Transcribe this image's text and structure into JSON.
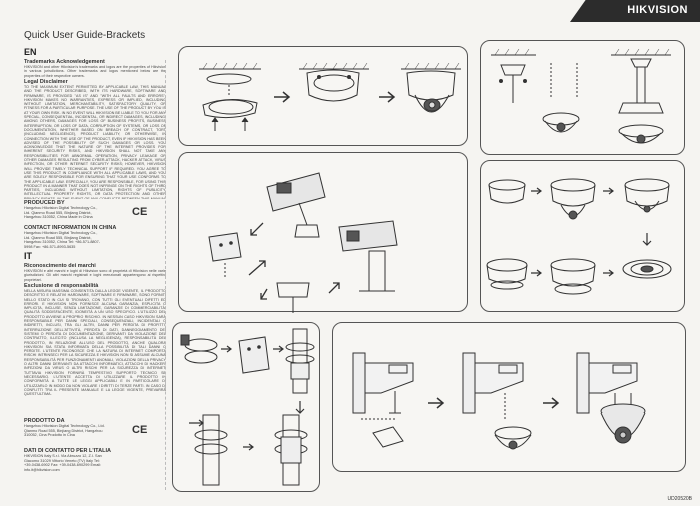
{
  "brand": {
    "name": "HIKVISION"
  },
  "doc": {
    "title": "Quick User Guide-Brackets",
    "code": "UD20520B"
  },
  "en": {
    "lang": "EN",
    "trademarks_heading": "Trademarks Acknowledgement",
    "trademarks_text": "HIKVISION and other Hikvision's trademarks and logos are the properties of Hikvision in various jurisdictions. Other trademarks and logos mentioned below are the properties of their respective owners.",
    "disclaimer_heading": "Legal Disclaimer",
    "disclaimer_text": "TO THE MAXIMUM EXTENT PERMITTED BY APPLICABLE LAW, THIS MANUAL AND THE PRODUCT DESCRIBED, WITH ITS HARDWARE, SOFTWARE AND FIRMWARE, IS PROVIDED \"AS IS\" AND \"WITH ALL FAULTS AND ERRORS\". HIKVISION MAKES NO WARRANTIES, EXPRESS OR IMPLIED, INCLUDING WITHOUT LIMITATION, MERCHANTABILITY, SATISFACTORY QUALITY, OR FITNESS FOR A PARTICULAR PURPOSE. THE USE OF THE PRODUCT BY YOU IS AT YOUR OWN RISK. IN NO EVENT WILL HIKVISION BE LIABLE TO YOU FOR ANY SPECIAL, CONSEQUENTIAL, INCIDENTAL, OR INDIRECT DAMAGES, INCLUDING, AMONG OTHERS, DAMAGES FOR LOSS OF BUSINESS PROFITS, BUSINESS INTERRUPTION, OR LOSS OF DATA, CORRUPTION OF SYSTEMS, OR LOSS OF DOCUMENTATION, WHETHER BASED ON BREACH OF CONTRACT, TORT (INCLUDING NEGLIGENCE), PRODUCT LIABILITY, OR OTHERWISE, IN CONNECTION WITH THE USE OF THE PRODUCT, EVEN IF HIKVISION HAS BEEN ADVISED OF THE POSSIBILITY OF SUCH DAMAGES OR LOSS. YOU ACKNOWLEDGE THAT THE NATURE OF THE INTERNET PROVIDES FOR INHERENT SECURITY RISKS, AND HIKVISION SHALL NOT TAKE ANY RESPONSIBILITIES FOR ABNORMAL OPERATION, PRIVACY LEAKAGE OR OTHER DAMAGES RESULTING FROM CYBER-ATTACK, HACKER ATTACK, VIRUS INFECTION, OR OTHER INTERNET SECURITY RISKS; HOWEVER, HIKVISION WILL PROVIDE TIMELY TECHNICAL SUPPORT IF REQUIRED. YOU AGREE TO USE THIS PRODUCT IN COMPLIANCE WITH ALL APPLICABLE LAWS, AND YOU ARE SOLELY RESPONSIBLE FOR ENSURING THAT YOUR USE CONFORMS TO THE APPLICABLE LAW. ESPECIALLY, YOU ARE RESPONSIBLE, FOR USING THIS PRODUCT IN A MANNER THAT DOES NOT INFRINGE ON THE RIGHTS OF THIRD PARTIES, INCLUDING WITHOUT LIMITATION, RIGHTS OF PUBLICITY, INTELLECTUAL PROPERTY RIGHTS, OR DATA PROTECTION AND OTHER PRIVACY RIGHTS. IN THE EVENT OF ANY CONFLICTS BETWEEN THIS MANUAL AND THE APPLICABLE LAW, THE LATER PREVAILS.",
    "produced_by_heading": "PRODUCED BY",
    "produced_by_text": "Hangzhou Hikvision Digital Technology Co., Ltd. Qianmo Road 555, Binjiang District, Hangzhou 310052, China Made in China",
    "contact_heading": "CONTACT INFORMATION IN CHINA",
    "contact_text": "Hangzhou Hikvision Digital Technology Co., Ltd. Qianmo Road 555, Binjiang District, Hangzhou 310052, China Tel: +86-571-8807-5998 Fax: +86-571-8993-5635",
    "ce": "CE"
  },
  "it": {
    "lang": "IT",
    "trademarks_heading": "Riconoscimento dei marchi",
    "trademarks_text": "HIKVISION e altri marchi e loghi di Hikvision sono di proprietà di Hikvision nelle varie giurisdizioni. Gli altri marchi registrati e loghi menzionati appartengono ai rispettivi proprietari.",
    "disclaimer_heading": "Esclusione di responsabilità",
    "disclaimer_text": "NELLA MISURA MASSIMA CONSENTITA DALLA LEGGE VIGENTE, IL PRODOTTO DESCRITTO E RELATIVI HARDWARE, SOFTWARE E FIRMWARE, SONO FORNITI NELLO STATO IN CUI SI TROVANO, CON TUTTI GLI EVENTUALI DIFETTI ED ERRORI. E HIKVISION NON FORNISCE ALCUNA GARANZIA, ESPLICITA O IMPLICITA, INCLUSE, SENZA LIMITAZIONE, GARANZIE DI COMMERCIABILITÀ, QUALITÀ SODDISFACENTE, IDONEITÀ A UN USO SPECIFICO. L'UTILIZZO DEL PRODOTTO AVVIENE A PROPRIO RISCHIO. IN NESSUN CASO HIKVISION SARÀ RESPONSABILE PER DANNI SPECIALI, CONSEQUENZIALI, INCIDENTALI O INDIRETTI, INCLUSI, TRA GLI ALTRI, DANNI PER PERDITA DI PROFITTI, INTERRUZIONE DELL'ATTIVITÀ, PERDITA DI DATI, DANNEGGIAMENTO DEI SISTEMI O PERDITA DI DOCUMENTAZIONE, DERIVANTI DA VIOLAZIONE DEL CONTRATTO, ILLECITO (INCLUSA LA NEGLIGENZA), RESPONSABILITÀ DEL PRODOTTO, IN RELAZIONE ALL'USO DEL PRODOTTO, ANCHE QUALORA HIKVISION SIA STATA INFORMATA DELLA POSSIBILITÀ DI TALI DANNI O PERDITE. L'UTENTE RICONOSCE CHE LA NATURA DI INTERNET COMPORTA RISCHI INTRINSECI PER LA SICUREZZA E HIKVISION NON SI ASSUME ALCUNA RESPONSABILITÀ PER FUNZIONAMENTI ANOMALI, VIOLAZIONI DELLA PRIVACY O ALTRI DANNI DERIVANTI DA ATTACCHI INFORMATICI, ATTACCHI DI HACKER, INFEZIONI DA VIRUS O ALTRI RISCHI PER LA SICUREZZA DI INTERNET; TUTTAVIA HIKVISION FORNIRÀ TEMPESTIVO SUPPORTO TECNICO SE NECESSARIO. L'UTENTE ACCETTA DI UTILIZZARE IL PRODOTTO IN CONFORMITÀ A TUTTE LE LEGGI APPLICABILI E IN PARTICOLARE DI UTILIZZARLO IN MODO DA NON VIOLARE I DIRITTI DI TERZE PARTI. IN CASO DI CONFLITTI TRA IL PRESENTE MANUALE E LA LEGGE VIGENTE, PREVARRÀ QUEST'ULTIMA.",
    "produced_by_heading": "PRODOTTO DA",
    "produced_by_text": "Hangzhou Hikvision Digital Technology Co., Ltd. Qianmo Road 555, Binjiang District, Hangzhou 310052, Cina Prodotto in Cina",
    "contact_heading": "DATI DI CONTATTO PER L'ITALIA",
    "contact_text": "HIKVISION Italy S.r.l. Via Abruzzo 12, Z.I. San Giacomo 31029 Vittorio Veneto (TV) Italy Tel: +39-0438-6902 Fax: +39-0438-690299 Email: info.it@hikvision.com",
    "ce": "CE"
  }
}
